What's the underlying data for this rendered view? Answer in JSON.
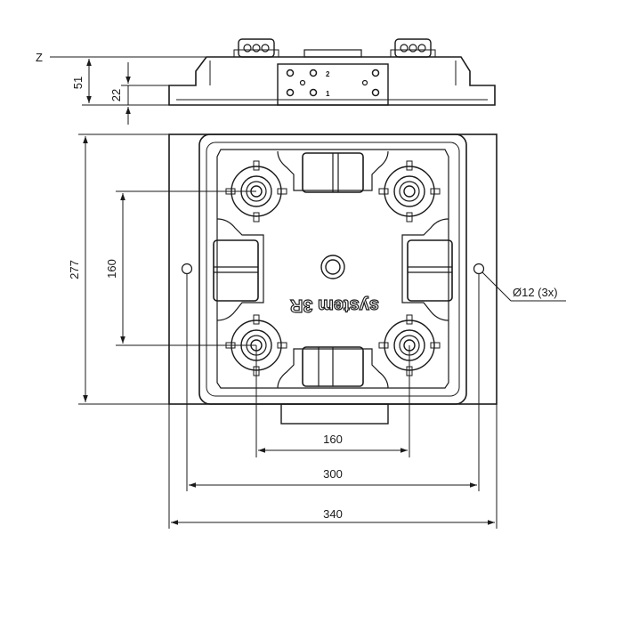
{
  "side_view": {
    "datum_label": "Z",
    "dim_height_total": "51",
    "dim_height_base": "22",
    "port_label_upper": "2",
    "port_label_lower": "1"
  },
  "top_view": {
    "dim_height_outer": "277",
    "dim_height_inner": "160",
    "dim_width_inner": "160",
    "dim_width_holes": "300",
    "dim_width_outer": "340",
    "hole_callout": "Ø12 (3x)",
    "brand_text": "system 3R"
  }
}
